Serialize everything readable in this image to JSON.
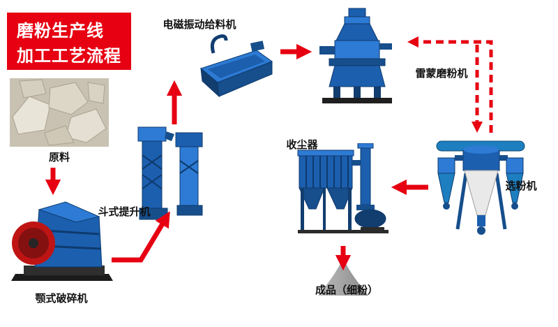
{
  "colors": {
    "accent_red": "#e60012",
    "machine_blue": "#1c5fae",
    "background": "#ffffff",
    "product_gray": "#a3a3a3"
  },
  "title": {
    "line1": "磨粉生产线",
    "line2": "加工工艺流程"
  },
  "nodes": {
    "raw_material": {
      "label": "原料"
    },
    "jaw_crusher": {
      "label": "颚式破碎机"
    },
    "bucket_elevator": {
      "label": "斗式提升机"
    },
    "vibrating_feeder": {
      "label": "电磁振动给料机"
    },
    "raymond_mill": {
      "label": "雷蒙磨粉机"
    },
    "powder_classifier": {
      "label": "选粉机"
    },
    "dust_collector": {
      "label": "收尘器"
    },
    "finished_product": {
      "label": "成品（细粉）"
    }
  },
  "flow": [
    {
      "from": "原料",
      "to": "颚式破碎机",
      "style": "solid"
    },
    {
      "from": "颚式破碎机",
      "to": "斗式提升机",
      "style": "solid"
    },
    {
      "from": "斗式提升机",
      "to": "电磁振动给料机",
      "style": "solid"
    },
    {
      "from": "电磁振动给料机",
      "to": "雷蒙磨粉机",
      "style": "solid"
    },
    {
      "from": "雷蒙磨粉机",
      "to": "选粉机",
      "style": "dashed"
    },
    {
      "from": "选粉机",
      "to": "雷蒙磨粉机",
      "style": "dashed"
    },
    {
      "from": "选粉机",
      "to": "收尘器",
      "style": "solid"
    },
    {
      "from": "收尘器",
      "to": "成品（细粉）",
      "style": "solid"
    }
  ]
}
